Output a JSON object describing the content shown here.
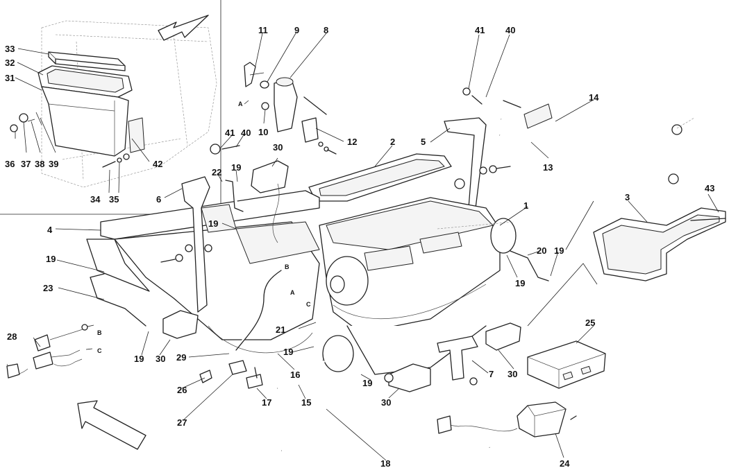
{
  "callouts": [
    {
      "id": "c33",
      "text": "33"
    },
    {
      "id": "c32",
      "text": "32"
    },
    {
      "id": "c31",
      "text": "31"
    },
    {
      "id": "c36",
      "text": "36"
    },
    {
      "id": "c37",
      "text": "37"
    },
    {
      "id": "c38",
      "text": "38"
    },
    {
      "id": "c39",
      "text": "39"
    },
    {
      "id": "c42",
      "text": "42"
    },
    {
      "id": "c34",
      "text": "34"
    },
    {
      "id": "c35",
      "text": "35"
    },
    {
      "id": "c11",
      "text": "11"
    },
    {
      "id": "c9",
      "text": "9"
    },
    {
      "id": "c8",
      "text": "8"
    },
    {
      "id": "c10",
      "text": "10"
    },
    {
      "id": "c12",
      "text": "12"
    },
    {
      "id": "c41a",
      "text": "41"
    },
    {
      "id": "c40a",
      "text": "40"
    },
    {
      "id": "c41b",
      "text": "41"
    },
    {
      "id": "c40b",
      "text": "40"
    },
    {
      "id": "c14",
      "text": "14"
    },
    {
      "id": "c13",
      "text": "13"
    },
    {
      "id": "c5",
      "text": "5"
    },
    {
      "id": "c2",
      "text": "2"
    },
    {
      "id": "c30a",
      "text": "30"
    },
    {
      "id": "c22",
      "text": "22"
    },
    {
      "id": "c19a",
      "text": "19"
    },
    {
      "id": "c6",
      "text": "6"
    },
    {
      "id": "c1",
      "text": "1"
    },
    {
      "id": "c3",
      "text": "3"
    },
    {
      "id": "c43",
      "text": "43"
    },
    {
      "id": "c4",
      "text": "4"
    },
    {
      "id": "c19b",
      "text": "19"
    },
    {
      "id": "c19c",
      "text": "19"
    },
    {
      "id": "c23",
      "text": "23"
    },
    {
      "id": "c20",
      "text": "20"
    },
    {
      "id": "c19d",
      "text": "19"
    },
    {
      "id": "c19e",
      "text": "19"
    },
    {
      "id": "c28",
      "text": "28"
    },
    {
      "id": "c19f",
      "text": "19"
    },
    {
      "id": "c30b",
      "text": "30"
    },
    {
      "id": "c21",
      "text": "21"
    },
    {
      "id": "c25",
      "text": "25"
    },
    {
      "id": "c29",
      "text": "29"
    },
    {
      "id": "c19g",
      "text": "19"
    },
    {
      "id": "c16",
      "text": "16"
    },
    {
      "id": "c19h",
      "text": "19"
    },
    {
      "id": "c7",
      "text": "7"
    },
    {
      "id": "c30c",
      "text": "30"
    },
    {
      "id": "c26",
      "text": "26"
    },
    {
      "id": "c17",
      "text": "17"
    },
    {
      "id": "c15",
      "text": "15"
    },
    {
      "id": "c30d",
      "text": "30"
    },
    {
      "id": "c27",
      "text": "27"
    },
    {
      "id": "c18",
      "text": "18"
    },
    {
      "id": "c24",
      "text": "24"
    }
  ],
  "connector_marks": {
    "a_top": "A",
    "a_mid": "A",
    "b_mid": "B",
    "c_mid": "C",
    "b_left": "B",
    "c_left": "C"
  },
  "icons": {
    "top_arrow": "direction-arrow-icon",
    "bottom_arrow": "direction-arrow-icon"
  },
  "colors": {
    "line": "#222222",
    "background": "#ffffff"
  }
}
